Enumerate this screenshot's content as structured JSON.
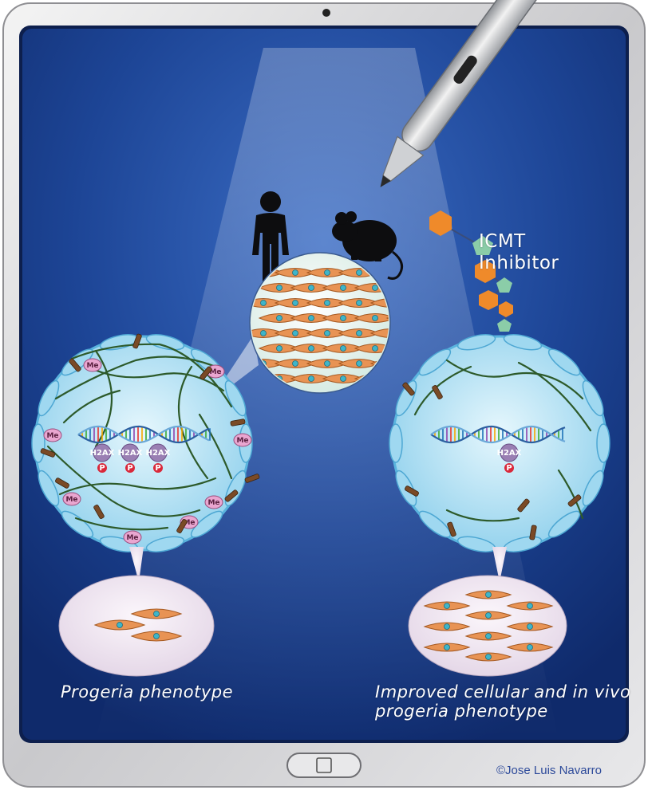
{
  "labels": {
    "icmt_line1": "ICMT",
    "icmt_line2": "Inhibitor",
    "progeria": "Progeria phenotype",
    "improved_line1": "Improved cellular and in vivo",
    "improved_line2": "progeria phenotype",
    "credit": "©Jose Luis Navarro"
  },
  "marks": {
    "histone": "H2AX",
    "phospho": "P",
    "methyl": "Me"
  },
  "colors": {
    "screen_blue": "#1b3f8f",
    "nucleus_fill": "#bfe6f6",
    "cell_orange": "#e89354",
    "inhibitor_orange": "#ef8a2a",
    "inhibitor_green": "#7fc7a3"
  }
}
